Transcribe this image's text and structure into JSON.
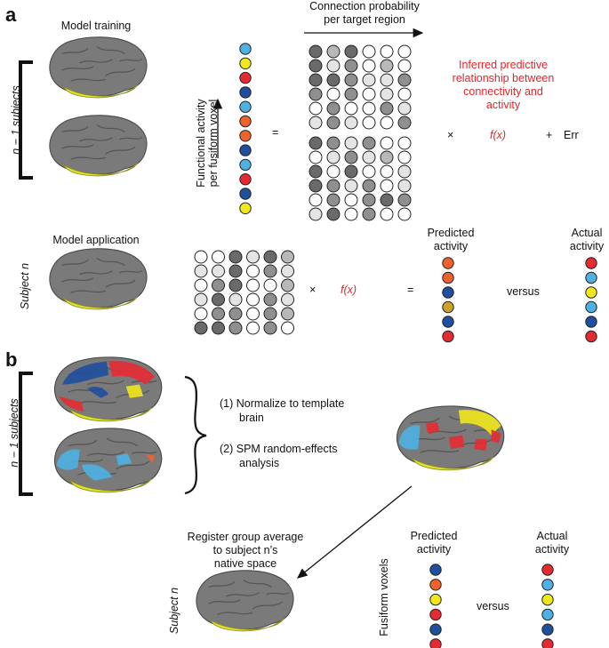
{
  "panels": {
    "a": "a",
    "b": "b"
  },
  "palette": {
    "orange": "#f0622b",
    "yellow": "#f1e81a",
    "red": "#e52b32",
    "darkblue": "#1f4f9f",
    "lightblue": "#4eb1e3",
    "mustard": "#c9a227",
    "brain": "#7a7a7a",
    "fusiform": "#e6e22a"
  },
  "panelA": {
    "model_training": "Model training",
    "n_minus_1": "n − 1 subjects",
    "functional_activity": [
      "Functional activity",
      "per fusiform voxel"
    ],
    "connection_title": [
      "Connection probability",
      "per target region"
    ],
    "equals": "=",
    "inferred": [
      "Inferred predictive",
      "relationship between",
      "connectivity and",
      "activity"
    ],
    "times": "×",
    "fx": "f(x)",
    "plus": "+",
    "err": "Err",
    "activity_column_colors": [
      "lightblue",
      "yellow",
      "red",
      "darkblue",
      "lightblue",
      "orange",
      "orange",
      "darkblue",
      "lightblue",
      "red",
      "darkblue",
      "yellow"
    ],
    "matrix_top": [
      [
        4,
        2,
        4,
        0,
        0,
        0
      ],
      [
        4,
        1,
        3,
        0,
        2,
        0
      ],
      [
        4,
        4,
        3,
        1,
        1,
        3
      ],
      [
        3,
        0,
        3,
        0,
        1,
        0
      ],
      [
        0,
        3,
        0,
        0,
        3,
        1
      ],
      [
        1,
        3,
        1,
        0,
        0,
        3
      ]
    ],
    "matrix_bottom": [
      [
        4,
        3,
        1,
        3,
        0,
        0
      ],
      [
        0,
        1,
        3,
        1,
        2,
        0
      ],
      [
        4,
        0,
        4,
        0,
        0,
        1
      ],
      [
        4,
        3,
        1,
        3,
        0,
        1
      ],
      [
        0,
        3,
        0,
        3,
        4,
        3
      ],
      [
        1,
        4,
        0,
        3,
        0,
        0
      ]
    ],
    "model_application": "Model application",
    "subject_n": "Subject n",
    "matrix_app": [
      [
        0,
        0,
        4,
        1,
        4,
        2
      ],
      [
        1,
        1,
        4,
        0,
        3,
        1
      ],
      [
        0,
        3,
        4,
        0,
        0,
        2
      ],
      [
        1,
        4,
        1,
        0,
        3,
        1
      ],
      [
        0,
        3,
        3,
        0,
        3,
        2
      ],
      [
        4,
        4,
        3,
        0,
        3,
        0
      ]
    ],
    "times2": "×",
    "fx2": "f(x)",
    "equals2": "=",
    "predicted": [
      "Predicted",
      "activity"
    ],
    "versus": "versus",
    "actual": [
      "Actual",
      "activity"
    ],
    "predicted_colors": [
      "orange",
      "orange",
      "darkblue",
      "mustard",
      "darkblue",
      "red"
    ],
    "actual_colors": [
      "red",
      "lightblue",
      "yellow",
      "lightblue",
      "darkblue",
      "red"
    ]
  },
  "panelB": {
    "n_minus_1": "n − 1 subjects",
    "step1": [
      "(1) Normalize to template",
      "brain"
    ],
    "step2": [
      "(2) SPM random-effects",
      "analysis"
    ],
    "register": [
      "Register group average",
      "to subject n’s",
      "native space"
    ],
    "subject_n": "Subject n",
    "fusiform_voxels": "Fusiform voxels",
    "predicted": [
      "Predicted",
      "activity"
    ],
    "versus": "versus",
    "actual": [
      "Actual",
      "activity"
    ],
    "predicted_colors": [
      "darkblue",
      "orange",
      "yellow",
      "red",
      "darkblue",
      "red"
    ],
    "actual_colors": [
      "red",
      "lightblue",
      "yellow",
      "lightblue",
      "darkblue",
      "red"
    ]
  }
}
